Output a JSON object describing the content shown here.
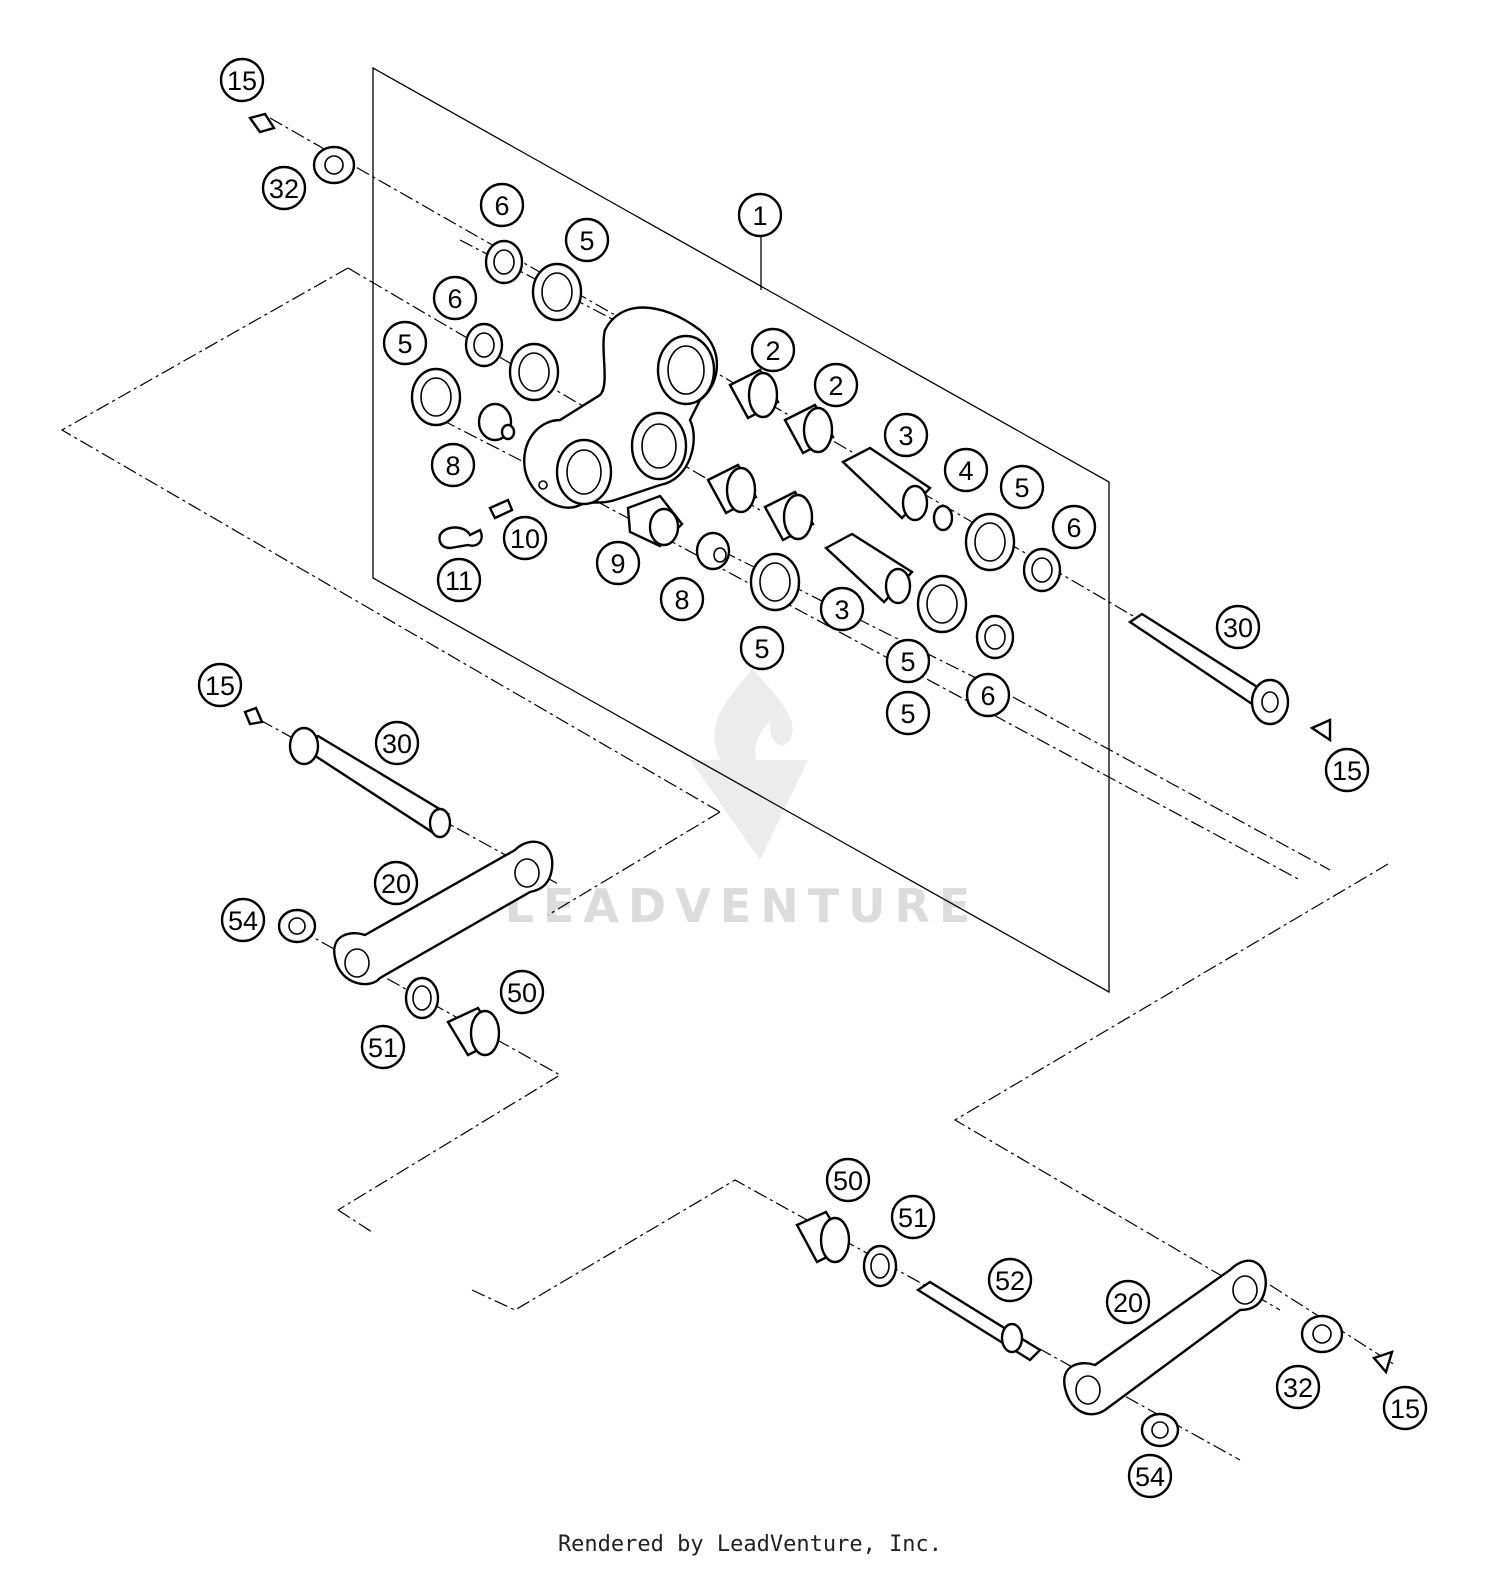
{
  "footer": "Rendered by LeadVenture, Inc.",
  "watermark": "LEADVENTURE",
  "callouts": [
    "1",
    "2",
    "2",
    "3",
    "3",
    "4",
    "5",
    "5",
    "5",
    "5",
    "5",
    "5",
    "6",
    "6",
    "6",
    "6",
    "8",
    "8",
    "9",
    "10",
    "11",
    "15",
    "15",
    "15",
    "15",
    "20",
    "20",
    "30",
    "30",
    "32",
    "32",
    "50",
    "50",
    "51",
    "51",
    "52",
    "54",
    "54"
  ]
}
